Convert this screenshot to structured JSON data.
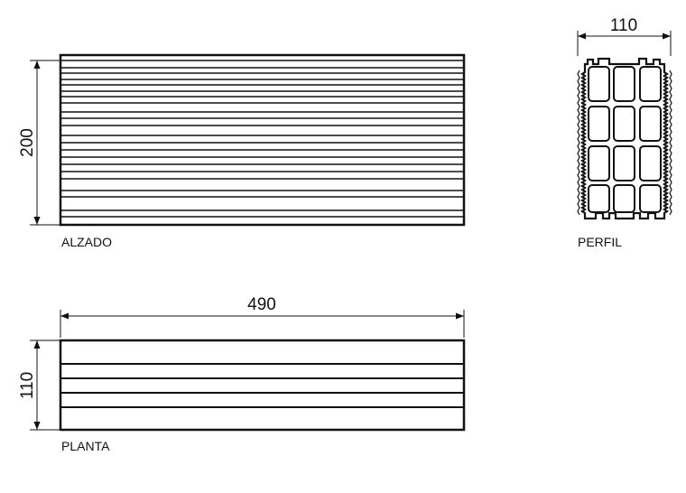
{
  "views": {
    "alzado": {
      "label": "ALZADO",
      "dimension": "200"
    },
    "perfil": {
      "label": "PERFIL",
      "dimension": "110"
    },
    "planta": {
      "label": "PLANTA",
      "dimension_length": "490",
      "dimension_width": "110"
    }
  },
  "colors": {
    "line": "#111111",
    "background": "#ffffff"
  }
}
